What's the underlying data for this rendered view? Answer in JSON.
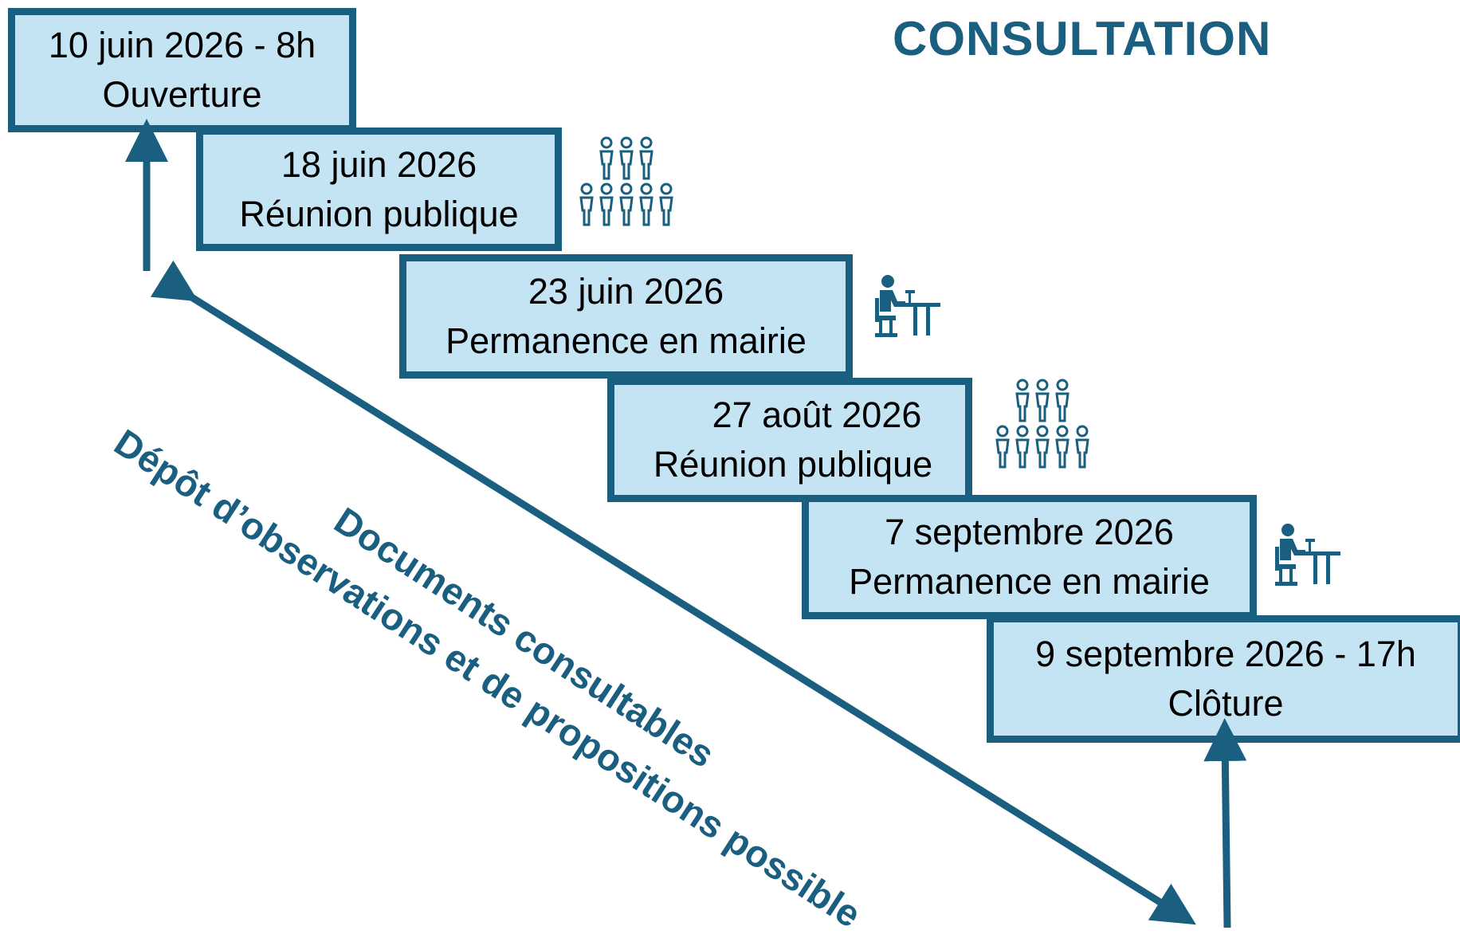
{
  "title": "CONSULTATION",
  "colors": {
    "accent": "#1a5f80",
    "box_fill": "#c4e4f4",
    "text": "#000000"
  },
  "steps": [
    {
      "date": "10 juin 2026 -  8h",
      "label": "Ouverture"
    },
    {
      "date": "18 juin 2026",
      "label": "Réunion publique",
      "icon": "group-people-icon"
    },
    {
      "date": "23 juin 2026",
      "label": "Permanence en mairie",
      "icon": "person-at-desk-icon"
    },
    {
      "date": "27 août 2026",
      "label": "Réunion publique",
      "icon": "group-people-icon"
    },
    {
      "date": "7 septembre 2026",
      "label": "Permanence en mairie",
      "icon": "person-at-desk-icon"
    },
    {
      "date": "9 septembre 2026 -  17h",
      "label": "Clôture"
    }
  ],
  "diagonal_text": {
    "line1": "Documents consultables",
    "line2": "Dépôt d’observations et de propositions possible"
  }
}
